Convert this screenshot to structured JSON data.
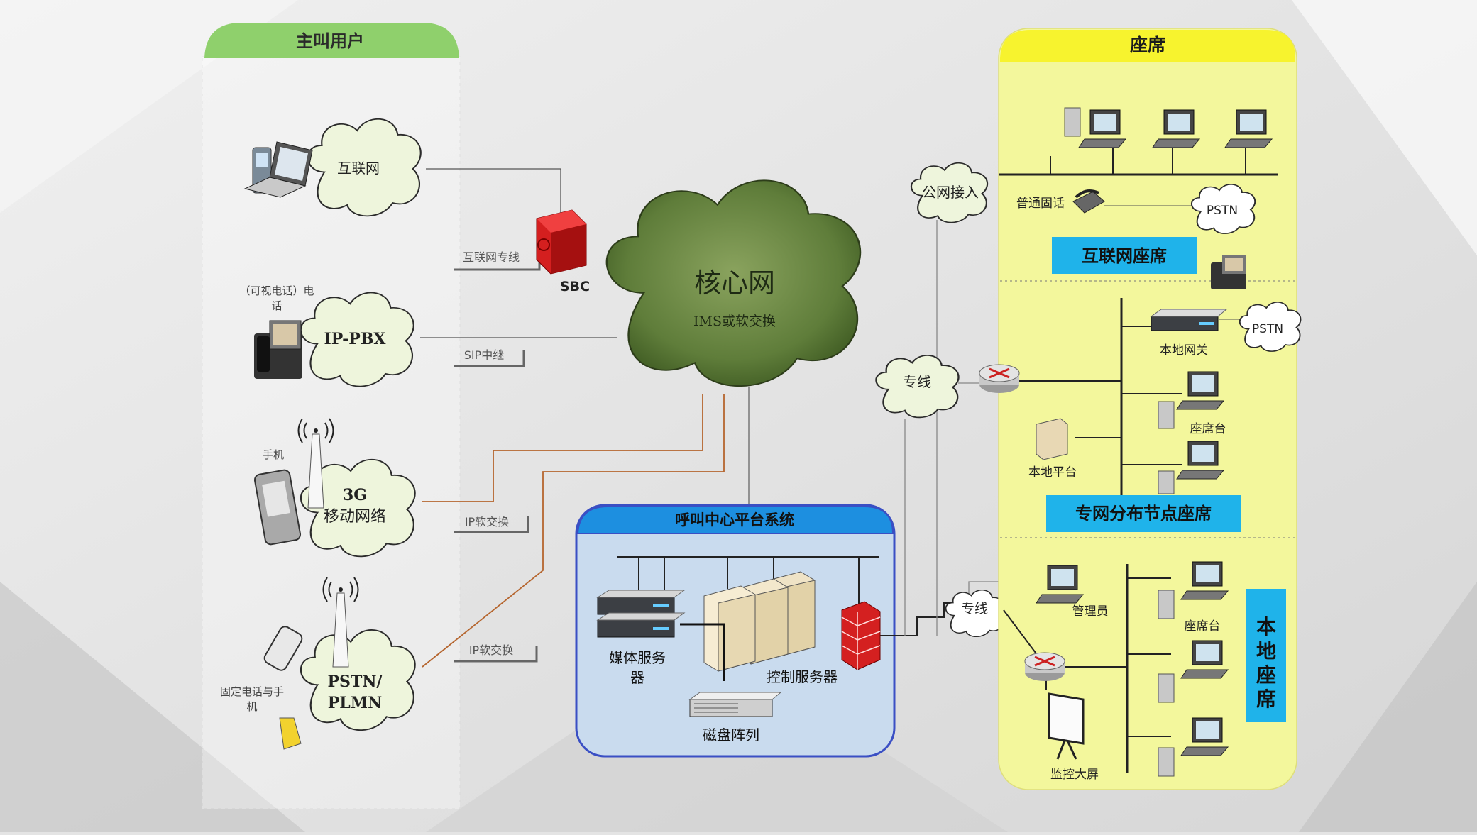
{
  "caller_panel": {
    "title": "主叫用户",
    "networks": [
      "互联网",
      "IP-PBX",
      "3G",
      "移动网络",
      "PSTN/",
      "PLMN"
    ],
    "device_labels": {
      "video_phone": [
        "（可视电话）电",
        "话"
      ],
      "mobile": "手机",
      "fixed": [
        "固定电话与手",
        "机"
      ]
    },
    "links": [
      "互联网专线",
      "SIP中继",
      "IP软交换",
      "IP软交换"
    ]
  },
  "core": {
    "sbc_label": "SBC",
    "title": "核心网",
    "subtitle": "IMS或软交换"
  },
  "platform": {
    "title": "呼叫中心平台系统",
    "media_server": [
      "媒体服务",
      "器"
    ],
    "control_server": "控制服务器",
    "disk_array": "磁盘阵列"
  },
  "links_right": {
    "public": "公网接入",
    "private_1": "专线",
    "private_2": "专线"
  },
  "agent_panel": {
    "title": "座席",
    "internet_section": {
      "landline": "普通固话",
      "pstn": "PSTN",
      "label": "互联网座席"
    },
    "private_section": {
      "gateway": "本地网关",
      "pstn": "PSTN",
      "agent_desk": "座席台",
      "local_platform": "本地平台",
      "label": "专网分布节点座席"
    },
    "local_section": {
      "admin": "管理员",
      "agent_desk": "座席台",
      "big_screen": "监控大屏",
      "label": [
        "本",
        "地",
        "座",
        "席"
      ]
    }
  },
  "colors": {
    "caller_header": "#8fd06c",
    "agent_panel": "#f3f79c",
    "agent_header": "#f7f32e",
    "label_box": "#1fb3ea",
    "platform_fill": "#c9dbee",
    "platform_border": "#3a4fc4",
    "core_cloud": "#5f7d3a",
    "cloud_fill": "#eef5dc"
  }
}
